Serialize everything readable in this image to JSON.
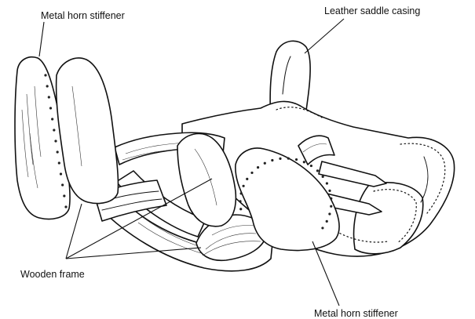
{
  "labels": {
    "metal_horn_stiffener_top": "Metal horn stiffener",
    "leather_saddle_casing": "Leather saddle casing",
    "wooden_frame": "Wooden frame",
    "metal_horn_stiffener_bottom": "Metal horn stiffener"
  }
}
